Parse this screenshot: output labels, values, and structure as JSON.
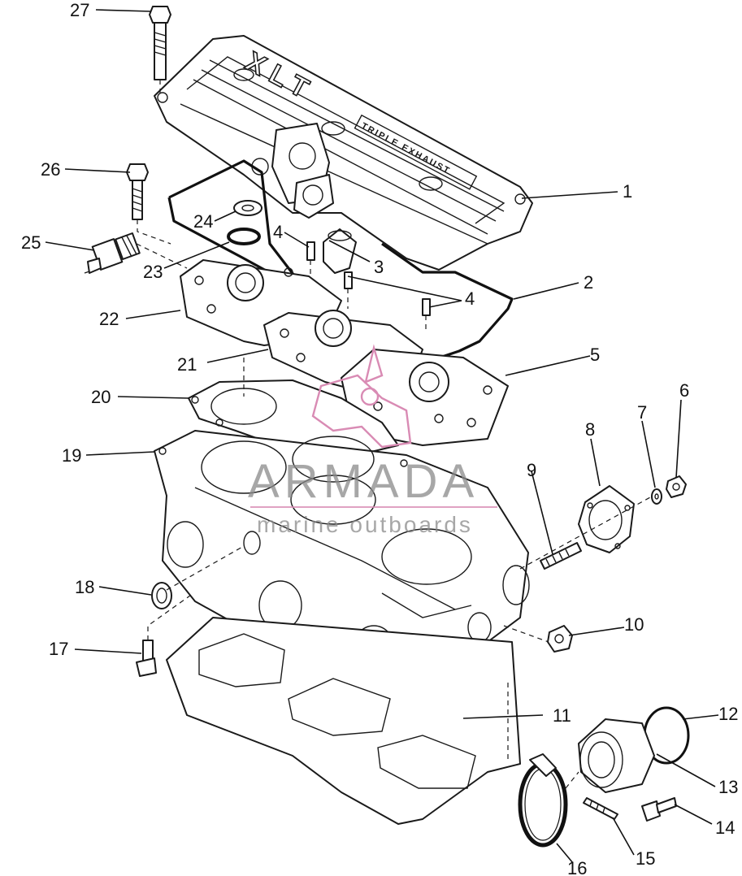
{
  "cover_text": {
    "model": "XLT",
    "plate": "TRIPLE EXHAUST"
  },
  "watermark": {
    "brand": "ARMADA",
    "tagline": "marine outboards"
  },
  "callouts": [
    {
      "label": "1"
    },
    {
      "label": "2"
    },
    {
      "label": "3"
    },
    {
      "label": "4"
    },
    {
      "label": "4"
    },
    {
      "label": "5"
    },
    {
      "label": "6"
    },
    {
      "label": "7"
    },
    {
      "label": "8"
    },
    {
      "label": "9"
    },
    {
      "label": "10"
    },
    {
      "label": "11"
    },
    {
      "label": "12"
    },
    {
      "label": "13"
    },
    {
      "label": "14"
    },
    {
      "label": "15"
    },
    {
      "label": "16"
    },
    {
      "label": "17"
    },
    {
      "label": "18"
    },
    {
      "label": "19"
    },
    {
      "label": "20"
    },
    {
      "label": "21"
    },
    {
      "label": "22"
    },
    {
      "label": "23"
    },
    {
      "label": "24"
    },
    {
      "label": "25"
    },
    {
      "label": "26"
    },
    {
      "label": "27"
    }
  ],
  "colors": {
    "ink": "#111111",
    "watermark": "#8a8a8a",
    "logo": "#d98bb4"
  }
}
